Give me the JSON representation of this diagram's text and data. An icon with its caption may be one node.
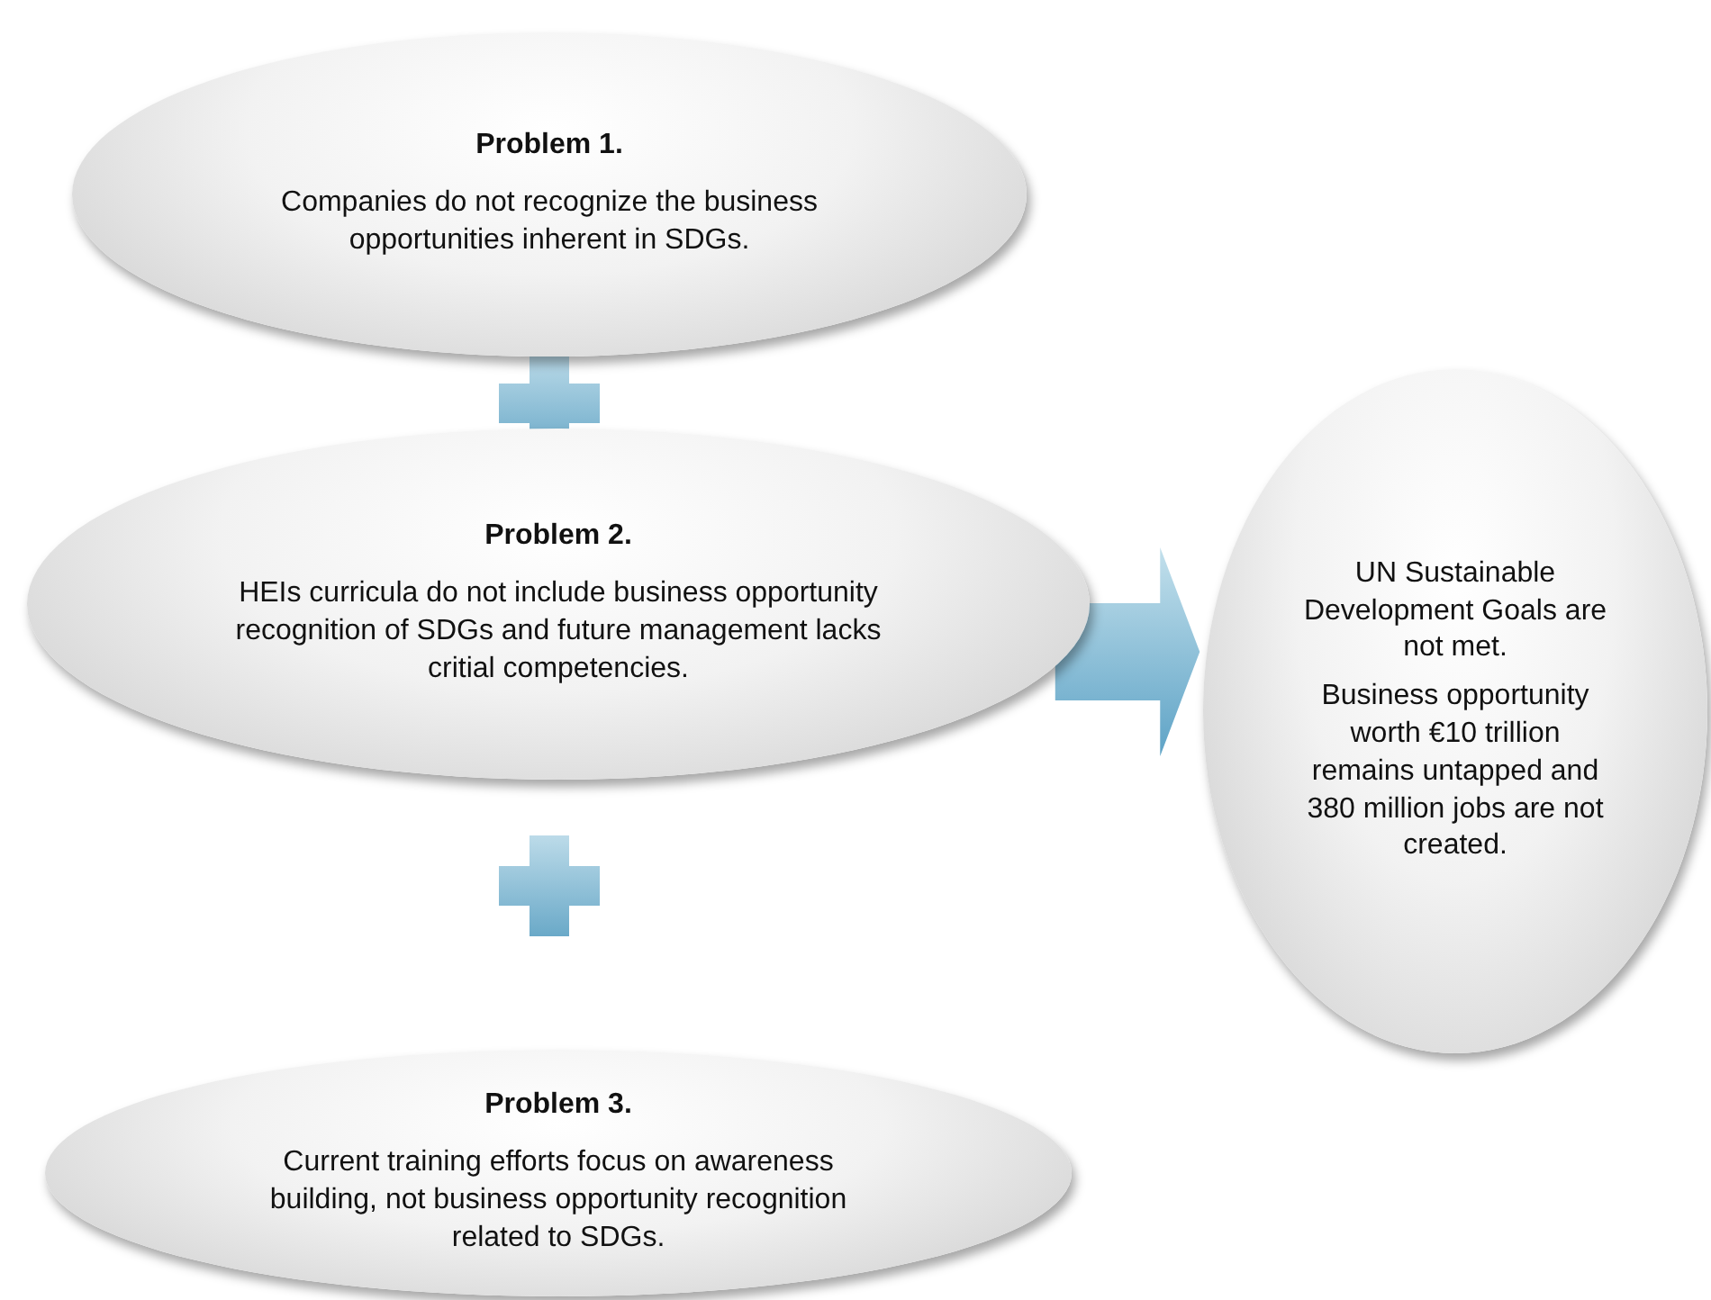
{
  "diagram": {
    "nodes": [
      {
        "text": [
          "Problem 1.",
          "Companies do not recognize the business opportunities inherent in SDGs."
        ]
      },
      {
        "text": [
          "Problem 2.",
          "HEIs curricula do not include business opportunity recognition of SDGs and future management lacks critial competencies."
        ]
      },
      {
        "text": [
          "Problem 3.",
          "Current training efforts focus on awareness building, not business opportunity recognition related to SDGs."
        ]
      },
      {
        "text": [
          "UN Sustainable Development Goals are not met.",
          "Business opportunity worth €10 trillion remains untapped and 380 million jobs are not created."
        ]
      }
    ],
    "edges": [
      {
        "from": 1,
        "to": 3,
        "arrow": "to"
      }
    ]
  }
}
